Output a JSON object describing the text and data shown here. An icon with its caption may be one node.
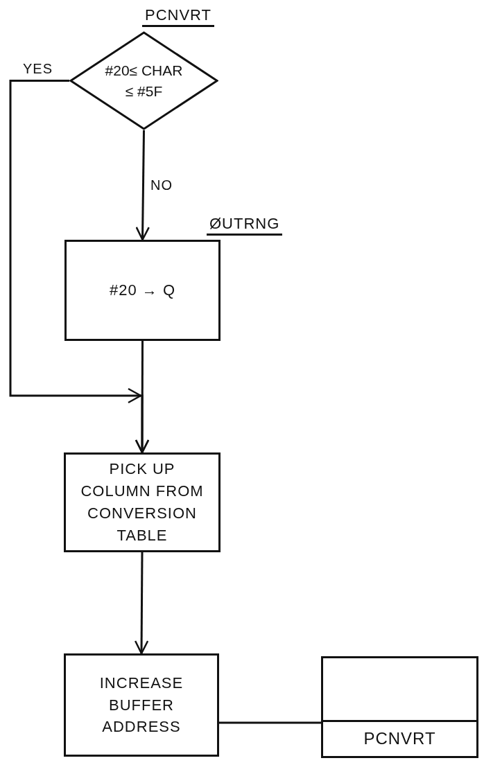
{
  "diagram": {
    "nodes": [
      {
        "text": [
          "PCNVRT",
          "#20≤ CHAR ≤ #5F"
        ]
      },
      {
        "text": [
          "ØUTRNG",
          "#20 → Q"
        ]
      },
      {
        "text": [
          "PICK UP COLUMN FROM CONVERSION TABLE"
        ]
      },
      {
        "text": [
          "INCREASE BUFFER ADDRESS"
        ]
      },
      {
        "text": [
          "PCNVRT"
        ]
      }
    ],
    "edges": [
      {
        "from": 0,
        "to": 1,
        "arrow": "to",
        "label": "NO"
      },
      {
        "from": 0,
        "to": 2,
        "arrow": "to",
        "label": "YES"
      },
      {
        "from": 1,
        "to": 2,
        "arrow": "to"
      },
      {
        "from": 2,
        "to": 3,
        "arrow": "to"
      },
      {
        "from": 3,
        "to": 4,
        "arrow": "none"
      }
    ]
  }
}
